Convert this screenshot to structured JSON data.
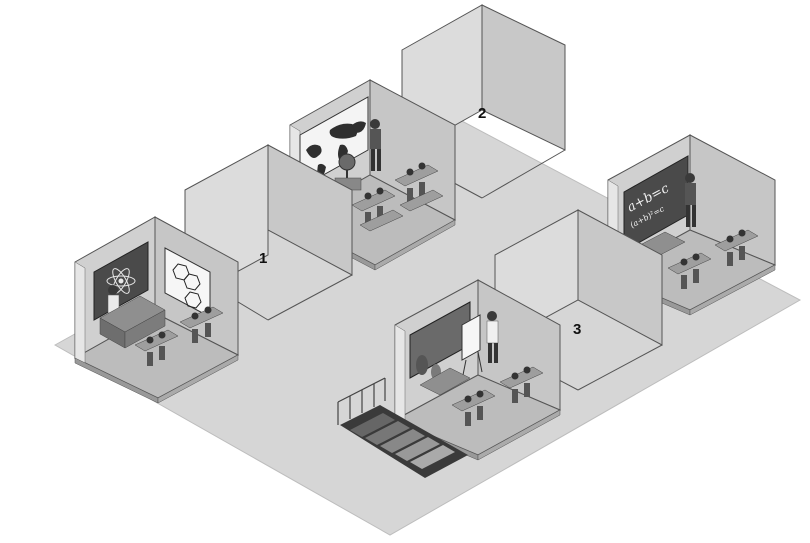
{
  "rooms": [
    {
      "label": "1"
    },
    {
      "label": "2"
    },
    {
      "label": "3"
    }
  ],
  "math_board": {
    "line1": "a+b=c",
    "line2": "(a+b)²=c"
  },
  "colors": {
    "floor": "#d3d3d3",
    "wall_back": "#d6d6d6",
    "wall_side": "#c4c4c4",
    "stroke": "#555555"
  },
  "icons": [
    "atom-icon",
    "hexagon-molecule-icon",
    "world-map-icon",
    "globe-icon",
    "staircase-icon"
  ]
}
